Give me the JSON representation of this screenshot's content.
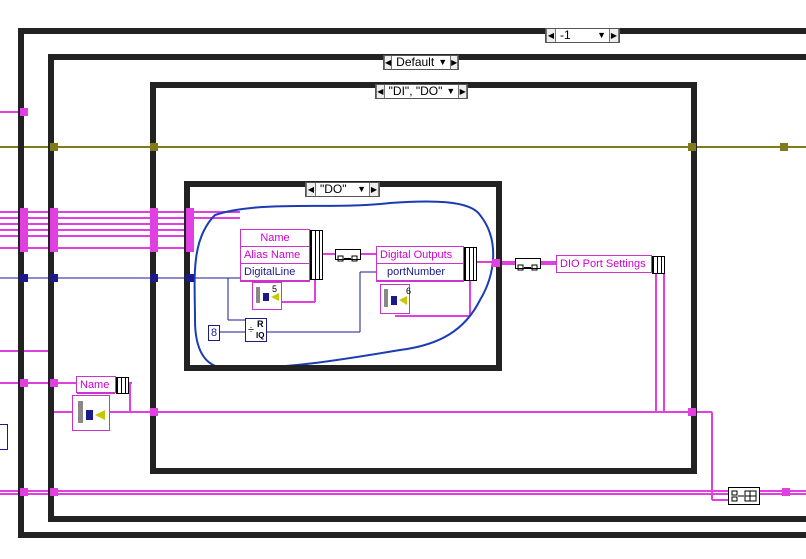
{
  "selectors": {
    "outer": "-1",
    "default": "Default",
    "di_do": "\"DI\", \"DO\"",
    "do": "\"DO\""
  },
  "nodes": {
    "inner_unbundle": {
      "rows": [
        "Name",
        "Alias Name",
        "DigitalLine"
      ]
    },
    "digital_outputs": {
      "rows": [
        "Digital Outputs",
        "portNumber"
      ]
    },
    "dio_port_settings": "DIO Port Settings",
    "left_name": "Name"
  },
  "indexers": {
    "inner": "5",
    "outputs": "6"
  },
  "constants": {
    "eight": "8",
    "quotient_r": "R",
    "quotient_iq": "IQ"
  },
  "colors": {
    "cluster": "#cc00cc",
    "numeric": "#1a1a8c",
    "error": "#807a1a",
    "annotation": "#1a3cb4"
  },
  "icons": [
    "unbundle-by-name-icon",
    "index-array-icon",
    "quotient-remainder-icon",
    "to-variant-icon",
    "build-array-icon"
  ]
}
